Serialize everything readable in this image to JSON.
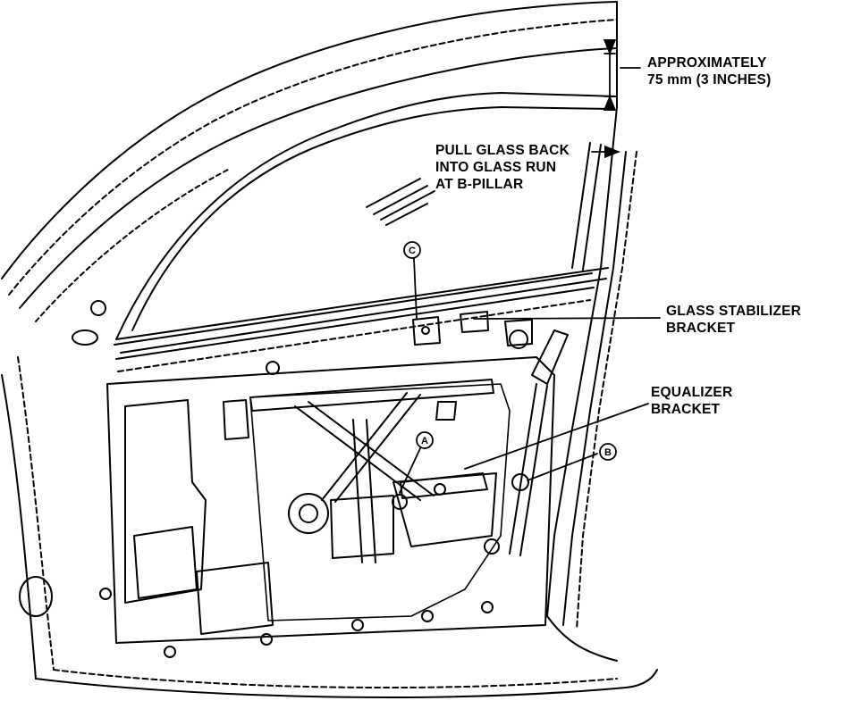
{
  "labels": {
    "approx_line1": "APPROXIMATELY",
    "approx_line2": "75 mm (3 INCHES)",
    "pull_line1": "PULL GLASS BACK",
    "pull_line2": "INTO GLASS RUN",
    "pull_line3": "AT B-PILLAR",
    "stabilizer_line1": "GLASS STABILIZER",
    "stabilizer_line2": "BRACKET",
    "equalizer_line1": "EQUALIZER",
    "equalizer_line2": "BRACKET"
  },
  "callouts": {
    "a": "A",
    "b": "B",
    "c": "C"
  },
  "colors": {
    "ink": "#000000",
    "paper": "#ffffff"
  }
}
